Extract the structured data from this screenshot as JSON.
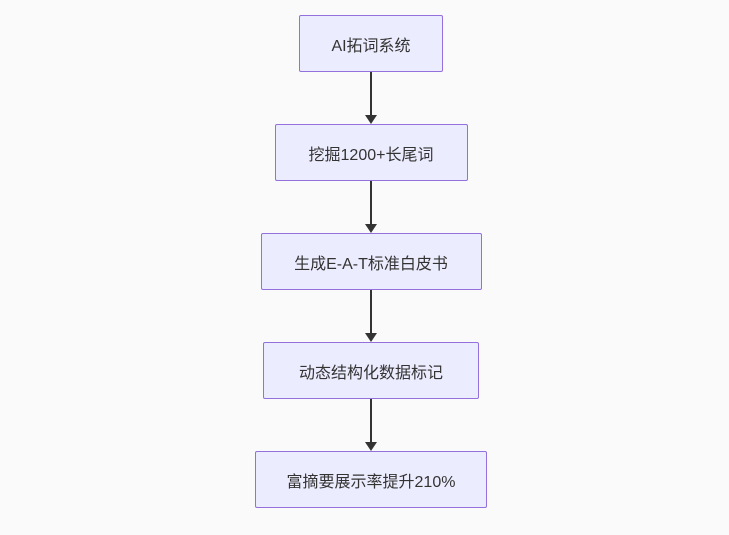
{
  "flowchart": {
    "nodes": [
      {
        "label": "AI拓词系统"
      },
      {
        "label": "挖掘1200+长尾词"
      },
      {
        "label": "生成E-A-T标准白皮书"
      },
      {
        "label": "动态结构化数据标记"
      },
      {
        "label": "富摘要展示率提升210%"
      }
    ],
    "colors": {
      "node_fill": "#ececff",
      "node_border": "#9370db",
      "text": "#333333",
      "arrow": "#333333",
      "background": "#fafafa"
    }
  }
}
